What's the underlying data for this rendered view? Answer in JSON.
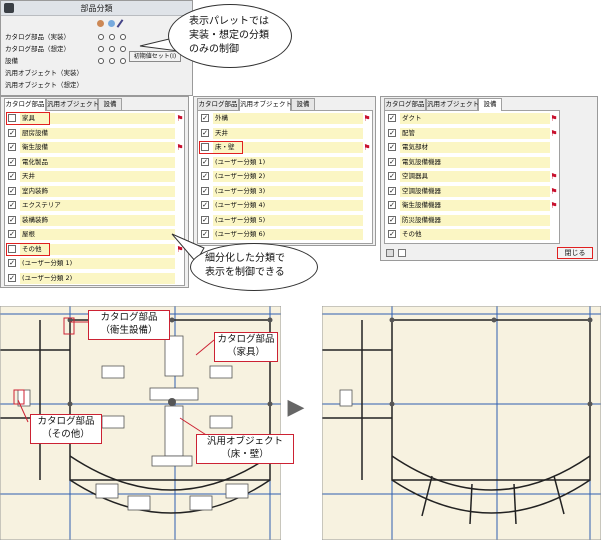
{
  "palette": {
    "title": "部品分類",
    "visibility_rows": [
      "カタログ部品（実装）",
      "カタログ部品（想定）",
      "設備",
      "汎用オブジェクト（実装）",
      "汎用オブジェクト（想定）"
    ],
    "reset_button": "初期値セット(I)"
  },
  "tabs": [
    "カタログ部品",
    "汎用オブジェクト",
    "設備"
  ],
  "panel_catalog": {
    "items": [
      {
        "label": "家具",
        "checked": false,
        "flag": true
      },
      {
        "label": "厨房設備",
        "checked": true,
        "flag": false
      },
      {
        "label": "衛生設備",
        "checked": true,
        "flag": true
      },
      {
        "label": "電化製品",
        "checked": true,
        "flag": false
      },
      {
        "label": "天井",
        "checked": true,
        "flag": false
      },
      {
        "label": "室内装飾",
        "checked": true,
        "flag": false
      },
      {
        "label": "エクステリア",
        "checked": true,
        "flag": false
      },
      {
        "label": "装構装飾",
        "checked": true,
        "flag": false
      },
      {
        "label": "屋根",
        "checked": true,
        "flag": false
      },
      {
        "label": "その他",
        "checked": false,
        "flag": true
      },
      {
        "label": "(ユーザー分類 1)",
        "checked": true,
        "flag": false
      },
      {
        "label": "(ユーザー分類 2)",
        "checked": true,
        "flag": false
      }
    ]
  },
  "panel_generic": {
    "items": [
      {
        "label": "外構",
        "checked": true,
        "flag": true
      },
      {
        "label": "天井",
        "checked": true,
        "flag": false
      },
      {
        "label": "床・壁",
        "checked": false,
        "flag": true
      },
      {
        "label": "(ユーザー分類 1)",
        "checked": true,
        "flag": false
      },
      {
        "label": "(ユーザー分類 2)",
        "checked": true,
        "flag": false
      },
      {
        "label": "(ユーザー分類 3)",
        "checked": true,
        "flag": false
      },
      {
        "label": "(ユーザー分類 4)",
        "checked": true,
        "flag": false
      },
      {
        "label": "(ユーザー分類 5)",
        "checked": true,
        "flag": false
      },
      {
        "label": "(ユーザー分類 6)",
        "checked": true,
        "flag": false
      }
    ]
  },
  "panel_equipment": {
    "items": [
      {
        "label": "ダクト",
        "checked": true,
        "flag": true
      },
      {
        "label": "配管",
        "checked": true,
        "flag": true
      },
      {
        "label": "電気部材",
        "checked": true,
        "flag": false
      },
      {
        "label": "電気設備機器",
        "checked": true,
        "flag": false
      },
      {
        "label": "空調器具",
        "checked": true,
        "flag": true
      },
      {
        "label": "空調設備機器",
        "checked": true,
        "flag": true
      },
      {
        "label": "衛生設備機器",
        "checked": true,
        "flag": true
      },
      {
        "label": "防災設備機器",
        "checked": true,
        "flag": false
      },
      {
        "label": "その他",
        "checked": true,
        "flag": false
      }
    ],
    "close_button": "閉じる"
  },
  "check_mark": "✓",
  "flag_glyph": "⚑",
  "bubble_top": [
    "表示パレットでは",
    "実装・想定の分類",
    "のみの制御"
  ],
  "bubble_mid": [
    "細分化した分類で",
    "表示を制御できる"
  ],
  "callouts": {
    "sanitary": [
      "カタログ部品",
      "（衛生設備）"
    ],
    "furniture": [
      "カタログ部品",
      "（家具）"
    ],
    "other": [
      "カタログ部品",
      "（その他）"
    ],
    "floorwall": [
      "汎用オブジェクト",
      "（床・壁）"
    ]
  },
  "arrow_glyph": "▶",
  "colors": {
    "highlight": "#e02020",
    "label_bg": "#fbf6c4",
    "flag": "#c8102e",
    "plan_line": "#2f5fb0"
  }
}
